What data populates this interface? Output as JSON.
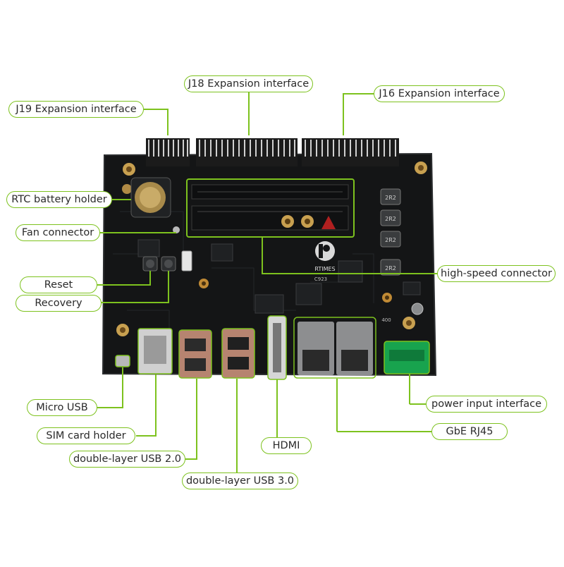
{
  "board": {
    "logo_text": "RTIMES",
    "silkscreen_codes": [
      "C923",
      "400"
    ],
    "inductor_codes": [
      "2R2",
      "2R2",
      "2R2",
      "2R2"
    ]
  },
  "colors": {
    "callout_green": "#7dc21e",
    "pcb_black": "#141516",
    "terminal_green": "#18a34e"
  },
  "labels": {
    "j18": "J18 Expansion interface",
    "j16": "J16 Expansion interface",
    "j19": "J19 Expansion interface",
    "rtc": "RTC battery holder",
    "fan": "Fan connector",
    "highspeed": "high-speed connector",
    "reset": "Reset",
    "recovery": "Recovery",
    "microusb": "Micro USB",
    "power": "power input interface",
    "sim": "SIM card holder",
    "rj45": "GbE RJ45",
    "hdmi": "HDMI",
    "usb2": "double-layer USB 2.0",
    "usb3": "double-layer USB 3.0"
  }
}
